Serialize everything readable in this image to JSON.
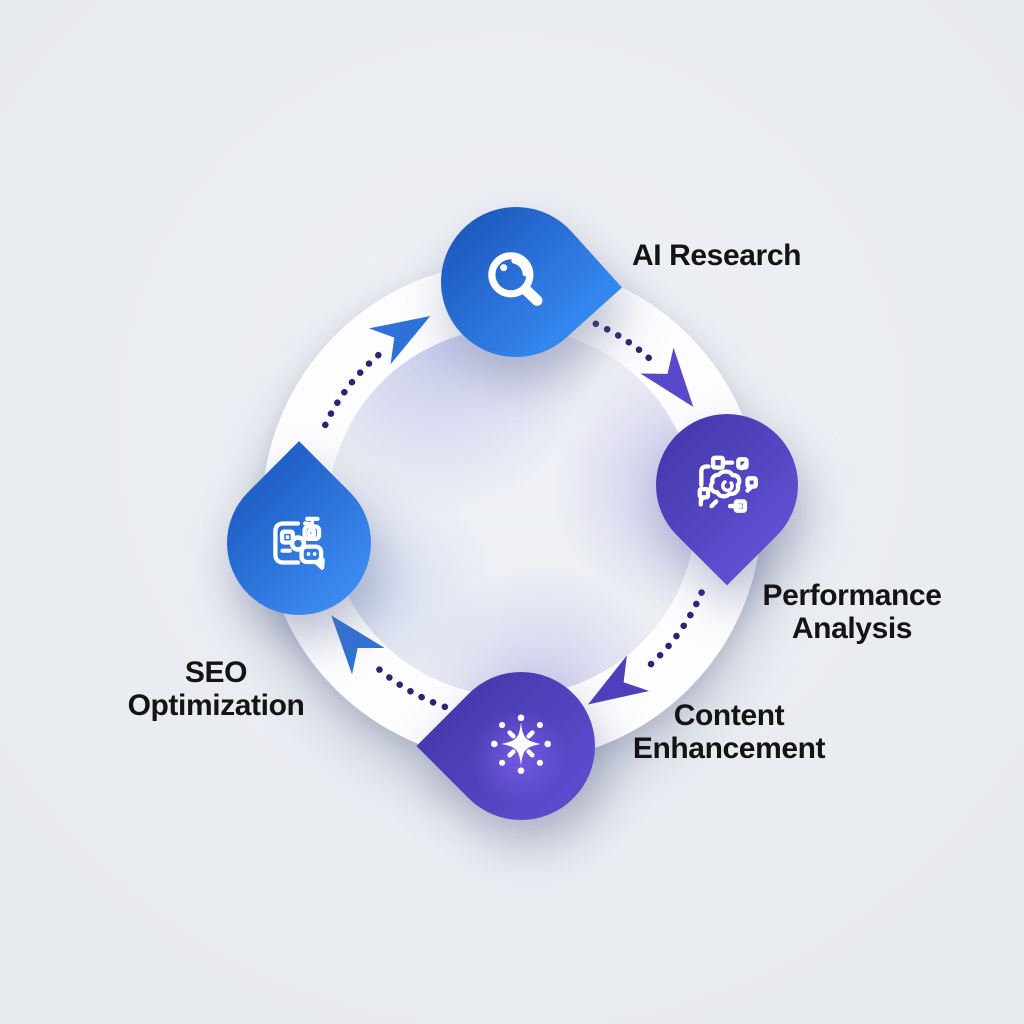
{
  "diagram": {
    "type": "cycle",
    "flow_direction": "clockwise",
    "background_color": "#e9ecf1",
    "ring_color": "#ffffff",
    "dot_color": "#2b2472",
    "label_color": "#141414",
    "nodes": [
      {
        "label": "AI Research",
        "icon": "magnifier-icon",
        "position": "top",
        "color_start": "#1e5cc0",
        "color_end": "#3587f0"
      },
      {
        "label": "Performance Analysis",
        "icon": "ai-chip-icon",
        "position": "right",
        "color_start": "#483aae",
        "color_end": "#5d4fd0"
      },
      {
        "label": "Content Enhancement",
        "icon": "sparkle-icon",
        "position": "bottom",
        "color_start": "#483aae",
        "color_end": "#5a4ccd"
      },
      {
        "label": "SEO Optimization",
        "icon": "qr-chat-icon",
        "position": "left",
        "color_start": "#2161c8",
        "color_end": "#3b8af0"
      }
    ],
    "arrows": [
      {
        "from": "AI Research",
        "to": "Performance Analysis",
        "color": "#5849cb"
      },
      {
        "from": "Performance Analysis",
        "to": "Content Enhancement",
        "color": "#4e3fbd"
      },
      {
        "from": "Content Enhancement",
        "to": "SEO Optimization",
        "color": "#2e72d8"
      },
      {
        "from": "SEO Optimization",
        "to": "AI Research",
        "color": "#2e72d8"
      }
    ]
  }
}
